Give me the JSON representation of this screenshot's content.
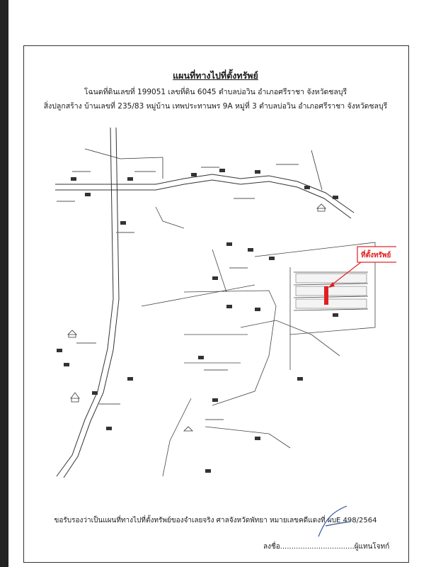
{
  "document": {
    "title": "แผนที่ทางไปที่ตั้งทรัพย์",
    "line1": "โฉนดที่ดินเลขที่ 199051  เลขที่ดิน 6045  ตำบลบ่อวิน  อำเภอศรีราชา  จังหวัดชลบุรี",
    "line2": "สิ่งปลูกสร้าง  บ้านเลขที่ 235/83  หมู่บ้าน เทพประทานพร 9A  หมู่ที่ 3  ตำบลบ่อวิน  อำเภอศรีราชา  จังหวัดชลบุรี",
    "certification": "ขอรับรองว่าเป็นแผนที่ทางไปที่ตั้งทรัพย์ของจำเลยจริง ศาลจังหวัดพัทยา หมายเลขคดีแดงที่ ผบE 498/2564",
    "signature_line": "ลงชื่อ.................................ผู้แทนโจทก์"
  },
  "map": {
    "property_label": "ที่ตั้งทรัพย์",
    "highlight_color": "#e02020",
    "road_color": "#333333"
  }
}
